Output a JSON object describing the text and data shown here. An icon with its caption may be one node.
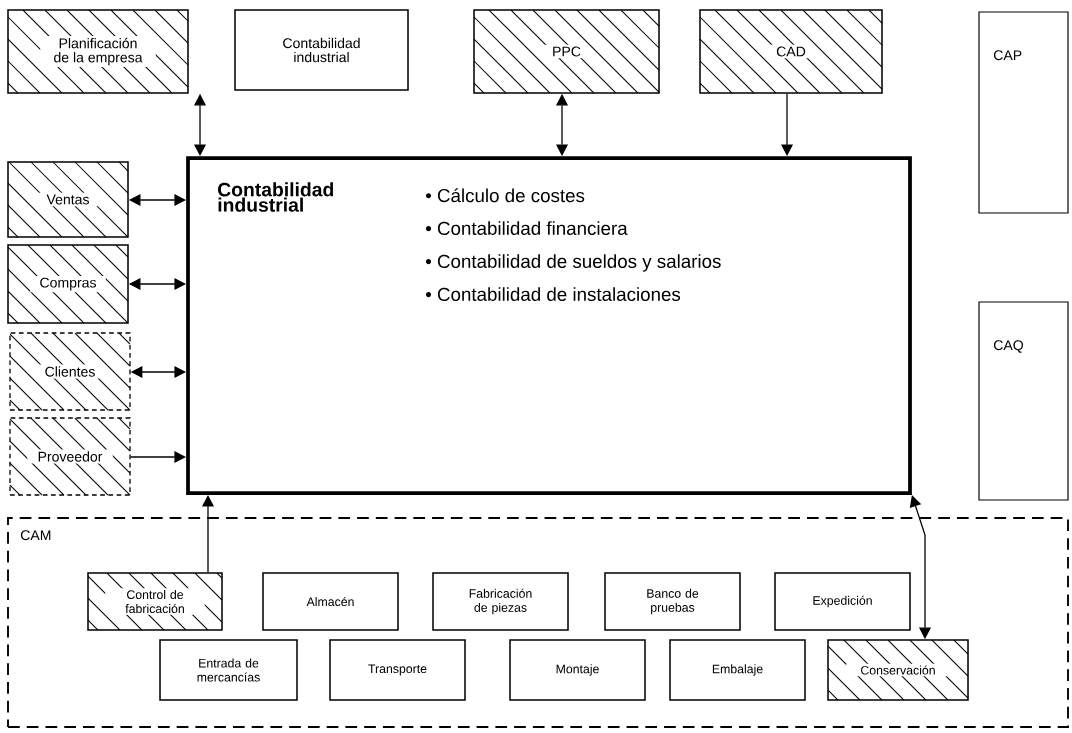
{
  "diagram": {
    "nodes": [
      {
        "text": [
          "Planificación de la empresa"
        ]
      },
      {
        "text": [
          "Contabilidad industrial"
        ]
      },
      {
        "text": [
          "PPC"
        ]
      },
      {
        "text": [
          "CAD"
        ]
      },
      {
        "text": [
          "CAP"
        ]
      },
      {
        "text": [
          "Contabilidad industrial",
          "• Cálculo de costes",
          "• Contabilidad financiera",
          "• Contabilidad de sueldos y salarios",
          "• Contabilidad de instalaciones"
        ]
      },
      {
        "text": [
          "Ventas"
        ]
      },
      {
        "text": [
          "Compras"
        ]
      },
      {
        "text": [
          "Clientes"
        ]
      },
      {
        "text": [
          "Proveedor"
        ]
      },
      {
        "text": [
          "CAQ"
        ]
      },
      {
        "text": [
          "CAM"
        ]
      },
      {
        "text": [
          "Control de fabricación"
        ],
        "in": 11
      },
      {
        "text": [
          "Almacén"
        ],
        "in": 11
      },
      {
        "text": [
          "Fabricación de piezas"
        ],
        "in": 11
      },
      {
        "text": [
          "Banco de pruebas"
        ],
        "in": 11
      },
      {
        "text": [
          "Expedición"
        ],
        "in": 11
      },
      {
        "text": [
          "Entrada de mercancías"
        ],
        "in": 11
      },
      {
        "text": [
          "Transporte"
        ],
        "in": 11
      },
      {
        "text": [
          "Montaje"
        ],
        "in": 11
      },
      {
        "text": [
          "Embalaje"
        ],
        "in": 11
      },
      {
        "text": [
          "Conservación"
        ],
        "in": 11
      }
    ],
    "edges": [
      {
        "from": 0,
        "to": 5,
        "arrow": "both"
      },
      {
        "from": 2,
        "to": 5,
        "arrow": "both"
      },
      {
        "from": 3,
        "to": 5,
        "arrow": "to"
      },
      {
        "from": 6,
        "to": 5,
        "arrow": "both"
      },
      {
        "from": 7,
        "to": 5,
        "arrow": "both"
      },
      {
        "from": 8,
        "to": 5,
        "arrow": "both"
      },
      {
        "from": 9,
        "to": 5,
        "arrow": "to"
      },
      {
        "from": 12,
        "to": 5,
        "arrow": "to"
      },
      {
        "from": 5,
        "to": 21,
        "arrow": "both"
      }
    ]
  }
}
